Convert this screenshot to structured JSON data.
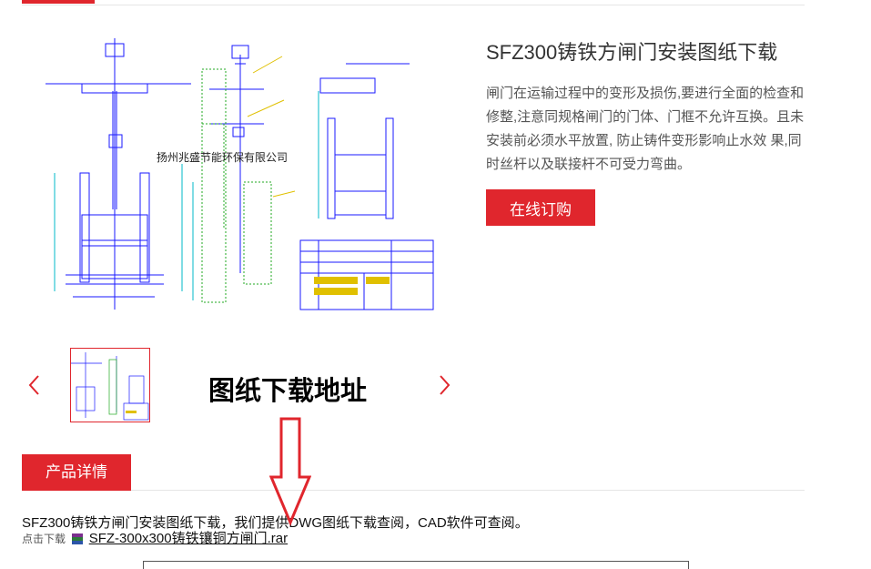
{
  "colors": {
    "accent": "#e0262d",
    "drawing_line": "#1a1aff",
    "drawing_green": "#22aa22",
    "drawing_cyan": "#00b8c8"
  },
  "drawing": {
    "watermark": "扬州兆盛节能环保有限公司"
  },
  "product": {
    "title": "SFZ300铸铁方闸门安装图纸下载",
    "description": "闸门在运输过程中的变形及损伤,要进行全面的检查和修整,注意同规格闸门的门体、门框不允许互换。且未安装前必须水平放置, 防止铸件变形影响止水效 果,同时丝杆以及联接杆不可受力弯曲。",
    "buy_label": "在线订购"
  },
  "gallery": {
    "prev_icon": "chevron-left-icon",
    "next_icon": "chevron-right-icon",
    "overlay_label": "图纸下载地址"
  },
  "tabs": {
    "detail_label": "产品详情"
  },
  "detail": {
    "text": "SFZ300铸铁方闸门安装图纸下载，我们提供DWG图纸下载查阅，CAD软件可查阅。",
    "download_prefix": "点击下载",
    "download_icon": "rar-archive-icon",
    "download_link": "SFZ-300x300铸铁镶铜方闸门.rar"
  }
}
